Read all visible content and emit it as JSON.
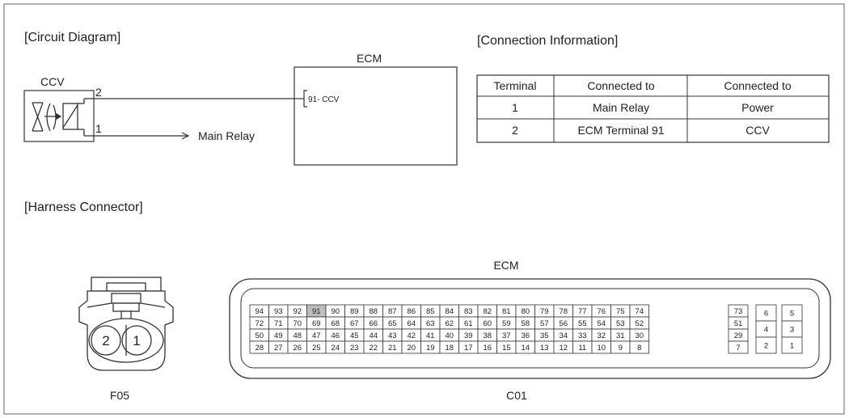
{
  "sections": {
    "circuit": "[Circuit Diagram]",
    "connection": "[Connection Information]",
    "harness": "[Harness Connector]"
  },
  "circuit": {
    "ccv_label": "CCV",
    "ecm_label": "ECM",
    "pin_top": "2",
    "pin_bottom": "1",
    "ecm_pin": "91- CCV",
    "main_relay": "Main Relay"
  },
  "connection_table": {
    "headers": [
      "Terminal",
      "Connected to",
      "Connected to"
    ],
    "rows": [
      [
        "1",
        "Main Relay",
        "Power"
      ],
      [
        "2",
        "ECM Terminal 91",
        "CCV"
      ]
    ]
  },
  "harness": {
    "f05_label": "F05",
    "f05_pins": [
      "2",
      "1"
    ],
    "ecm_title": "ECM",
    "c01_label": "C01",
    "grid_rows": [
      [
        "94",
        "93",
        "92",
        "91",
        "90",
        "89",
        "88",
        "87",
        "86",
        "85",
        "84",
        "83",
        "82",
        "81",
        "80",
        "79",
        "78",
        "77",
        "76",
        "75",
        "74"
      ],
      [
        "72",
        "71",
        "70",
        "69",
        "68",
        "67",
        "66",
        "65",
        "64",
        "63",
        "62",
        "61",
        "60",
        "59",
        "58",
        "57",
        "56",
        "55",
        "54",
        "53",
        "52"
      ],
      [
        "50",
        "49",
        "48",
        "47",
        "46",
        "45",
        "44",
        "43",
        "42",
        "41",
        "40",
        "39",
        "38",
        "37",
        "36",
        "35",
        "34",
        "33",
        "32",
        "31",
        "30"
      ],
      [
        "28",
        "27",
        "26",
        "25",
        "24",
        "23",
        "22",
        "21",
        "20",
        "19",
        "18",
        "17",
        "16",
        "15",
        "14",
        "13",
        "12",
        "11",
        "10",
        "9",
        "8"
      ]
    ],
    "grid_col22": [
      "73",
      "51",
      "29",
      "7"
    ],
    "grid_right_a": [
      "6",
      "4",
      "2"
    ],
    "grid_right_b": [
      "5",
      "3",
      "1"
    ],
    "highlighted_pin": "91"
  }
}
